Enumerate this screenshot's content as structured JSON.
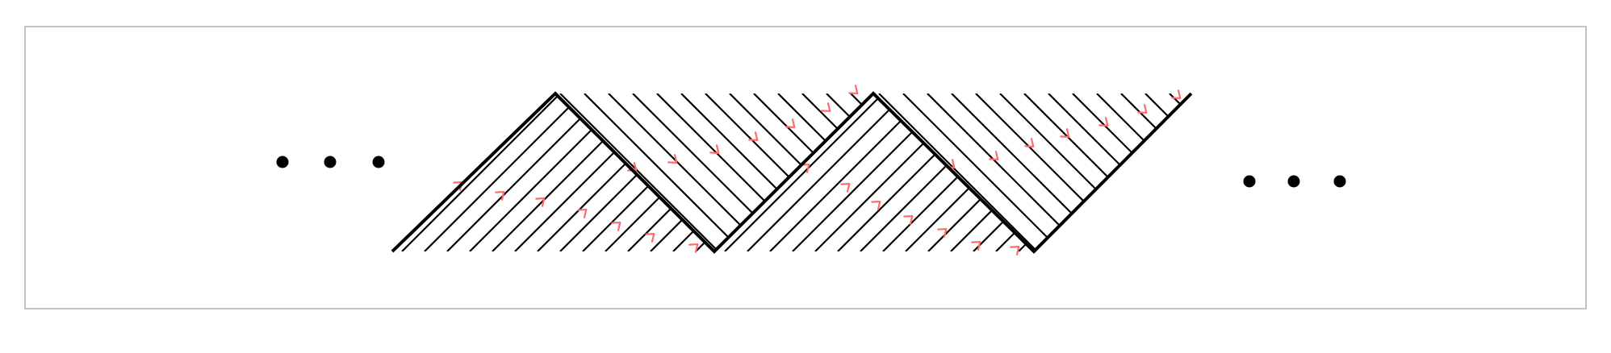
{
  "diagram": {
    "kind": "hatched zigzag strip with directional arrows",
    "colors": {
      "outline": "#000000",
      "hatch": "#000000",
      "arrows": "#ff6b6b",
      "frame": "#c4c4c4",
      "dots": "#000000"
    },
    "left_ellipsis_dots": 3,
    "right_ellipsis_dots": 3,
    "zigzag_peaks": 2,
    "zigzag_valleys": 2,
    "hatch_direction_lower_triangles": "rising",
    "hatch_direction_upper_triangles": "falling",
    "arrow_icon": "chevron-right-icon"
  }
}
